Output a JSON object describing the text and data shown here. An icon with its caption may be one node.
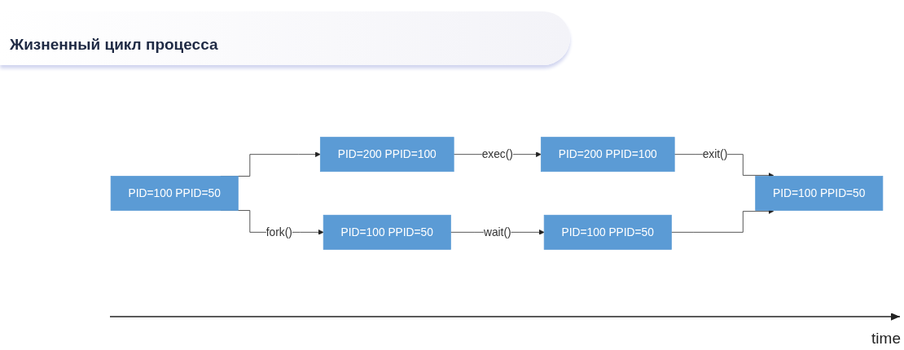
{
  "diagram": {
    "title": "Жизненный цикл процесса",
    "nodes": [
      {
        "text": [
          "PID=100 PPID=50"
        ]
      },
      {
        "text": [
          "PID=200 PPID=100"
        ]
      },
      {
        "text": [
          "PID=200 PPID=100"
        ]
      },
      {
        "text": [
          "PID=100 PPID=50"
        ]
      },
      {
        "text": [
          "PID=100 PPID=50"
        ]
      },
      {
        "text": [
          "PID=100 PPID=50"
        ]
      }
    ],
    "edges": [
      {
        "from": 0,
        "to": 1,
        "arrow": "to"
      },
      {
        "from": 0,
        "to": 3,
        "arrow": "to",
        "label": "fork()"
      },
      {
        "from": 1,
        "to": 2,
        "arrow": "to",
        "label": "exec()"
      },
      {
        "from": 3,
        "to": 4,
        "arrow": "to",
        "label": "wait()"
      },
      {
        "from": 2,
        "to": 5,
        "arrow": "to",
        "label": "exit()"
      },
      {
        "from": 4,
        "to": 5,
        "arrow": "to"
      }
    ],
    "labels": [
      "time"
    ]
  }
}
